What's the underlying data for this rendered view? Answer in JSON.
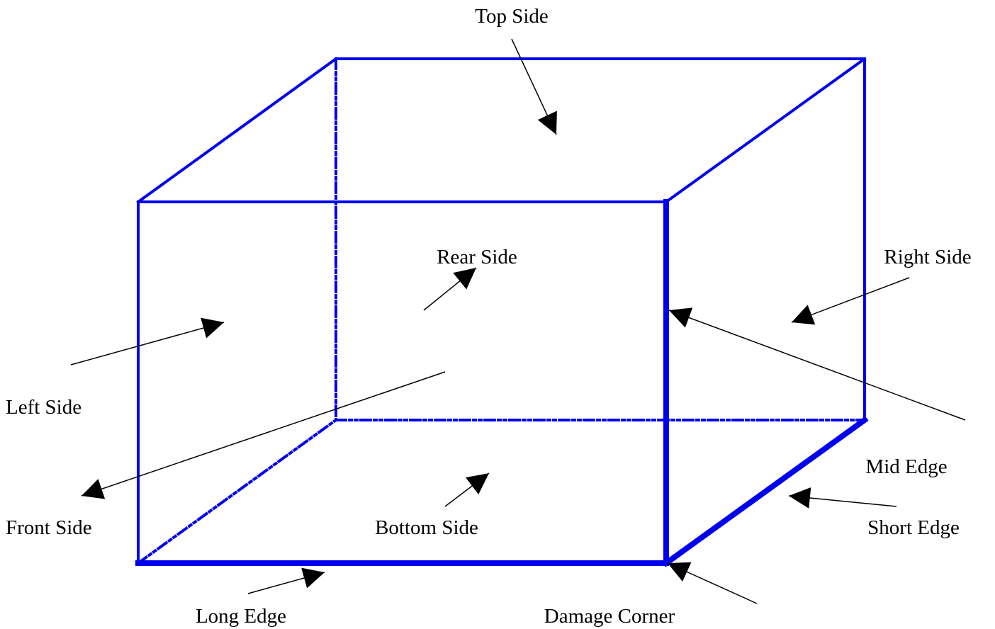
{
  "colors": {
    "box_edge": "#0000ee",
    "leader": "#000000",
    "background": "#ffffff"
  },
  "labels": {
    "top_side": "Top Side",
    "rear_side": "Rear Side",
    "right_side": "Right Side",
    "left_side": "Left Side",
    "front_side": "Front Side",
    "bottom_side": "Bottom Side",
    "mid_edge": "Mid Edge",
    "short_edge": "Short Edge",
    "long_edge": "Long Edge",
    "damage_corner": "Damage Corner"
  }
}
